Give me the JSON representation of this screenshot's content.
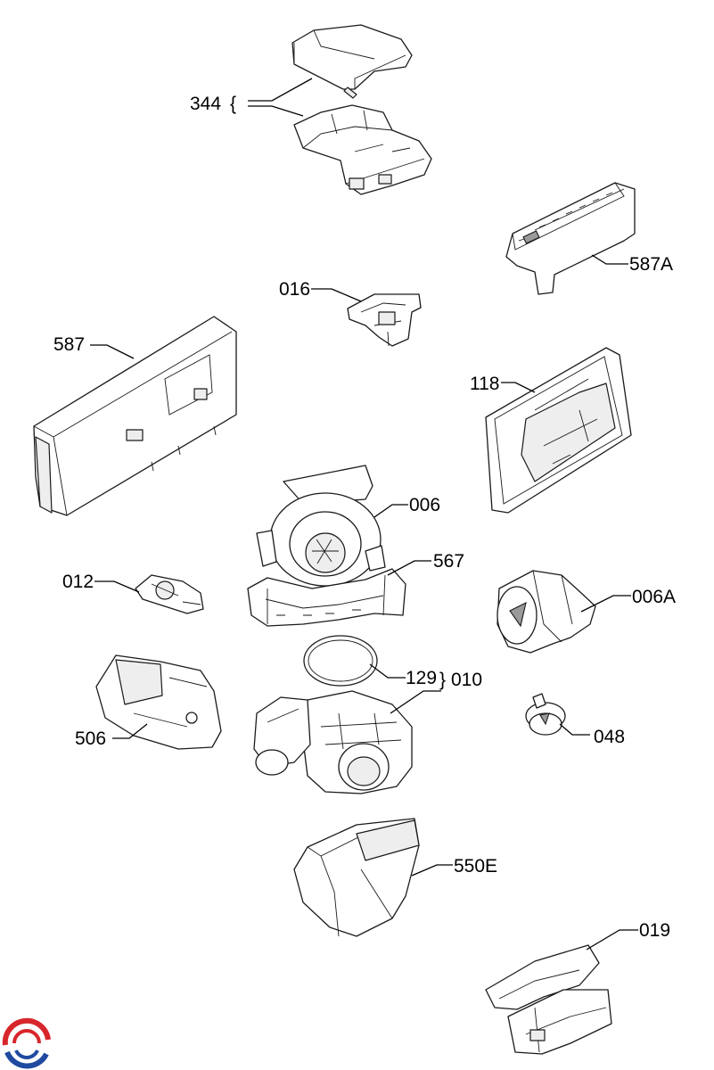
{
  "parts": [
    {
      "id": "p344",
      "label": "344"
    },
    {
      "id": "p587a",
      "label": "587A"
    },
    {
      "id": "p016",
      "label": "016"
    },
    {
      "id": "p587",
      "label": "587"
    },
    {
      "id": "p118",
      "label": "118"
    },
    {
      "id": "p006",
      "label": "006"
    },
    {
      "id": "p567",
      "label": "567"
    },
    {
      "id": "p012",
      "label": "012"
    },
    {
      "id": "p006a",
      "label": "006A"
    },
    {
      "id": "p129",
      "label": "129"
    },
    {
      "id": "p010",
      "label": "010"
    },
    {
      "id": "p506",
      "label": "506"
    },
    {
      "id": "p048",
      "label": "048"
    },
    {
      "id": "p550e",
      "label": "550E"
    },
    {
      "id": "p019",
      "label": "019"
    }
  ],
  "logo": {
    "brand_colors": {
      "red": "#d7262b",
      "blue": "#1f4aa0"
    }
  }
}
